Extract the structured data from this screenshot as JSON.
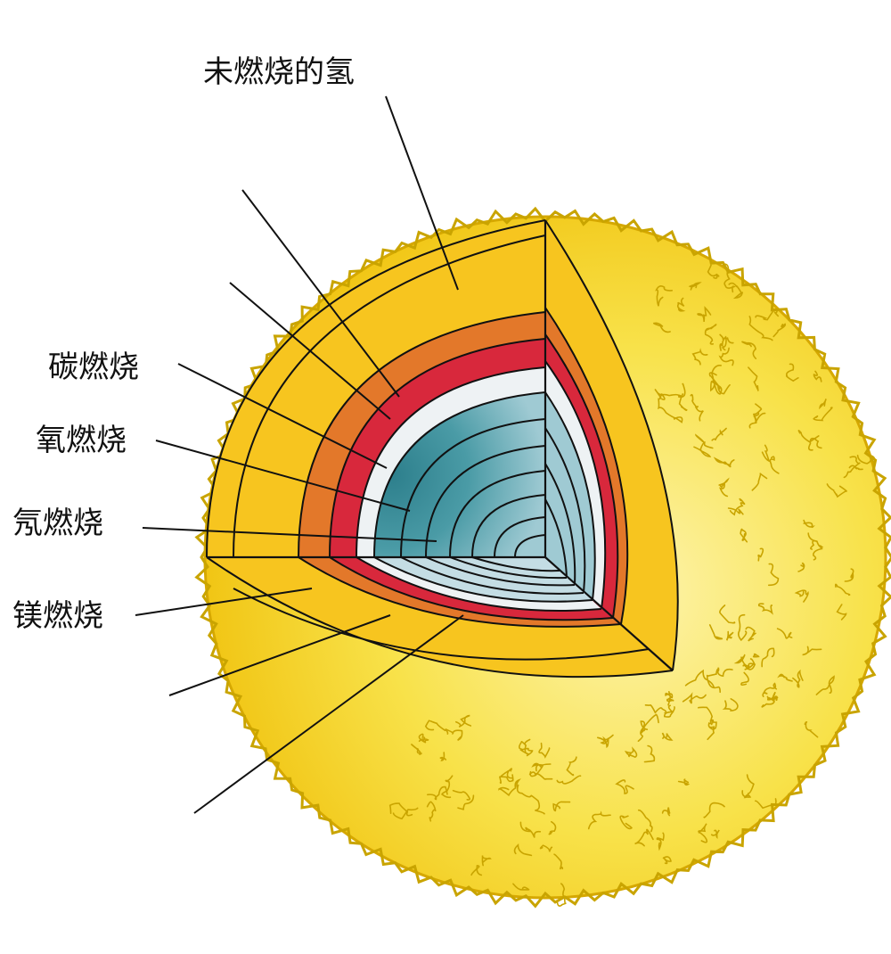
{
  "labels": {
    "unburned_hydrogen": "未燃烧的氢",
    "carbon_burning": "碳燃烧",
    "oxygen_burning": "氧燃烧",
    "neon_burning": "氖燃烧",
    "magnesium_burning": "镁燃烧"
  },
  "colors": {
    "outer_surface": "#f5d21a",
    "outer_surface_light": "#fbee8a",
    "surface_texture": "#c9a400",
    "envelope": "#f7c21c",
    "inner_yellow": "#f6c51e",
    "orange_shell": "#e3782a",
    "red_shell": "#d8283c",
    "white_shell": "#eef2f4",
    "light_blue_shell": "#c4dde4",
    "teal_core": "#3e8f9c",
    "line": "#111111"
  }
}
